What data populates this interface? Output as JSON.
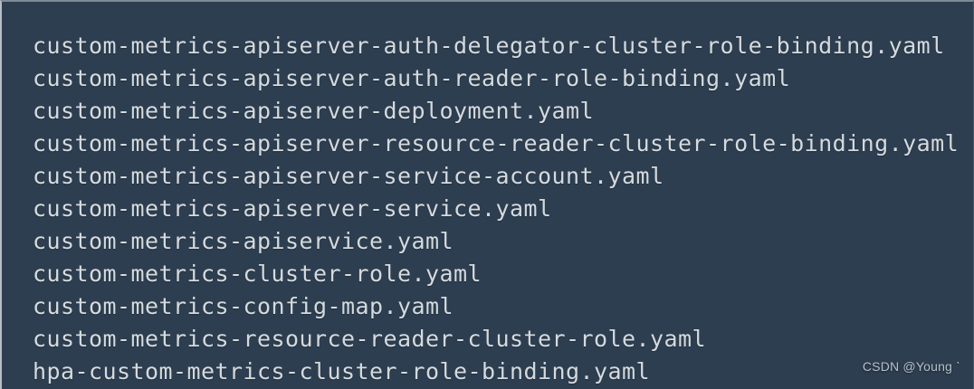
{
  "colors": {
    "background": "#2d3e50",
    "text": "#d5dade",
    "border_top": "#7e8b98",
    "border_left": "#b7bdc3",
    "watermark": "#b6c0ca"
  },
  "terminal": {
    "files": [
      "custom-metrics-apiserver-auth-delegator-cluster-role-binding.yaml",
      "custom-metrics-apiserver-auth-reader-role-binding.yaml",
      "custom-metrics-apiserver-deployment.yaml",
      "custom-metrics-apiserver-resource-reader-cluster-role-binding.yaml",
      "custom-metrics-apiserver-service-account.yaml",
      "custom-metrics-apiserver-service.yaml",
      "custom-metrics-apiservice.yaml",
      "custom-metrics-cluster-role.yaml",
      "custom-metrics-config-map.yaml",
      "custom-metrics-resource-reader-cluster-role.yaml",
      "hpa-custom-metrics-cluster-role-binding.yaml"
    ]
  },
  "watermark": {
    "label": "CSDN @Young ˋ"
  }
}
